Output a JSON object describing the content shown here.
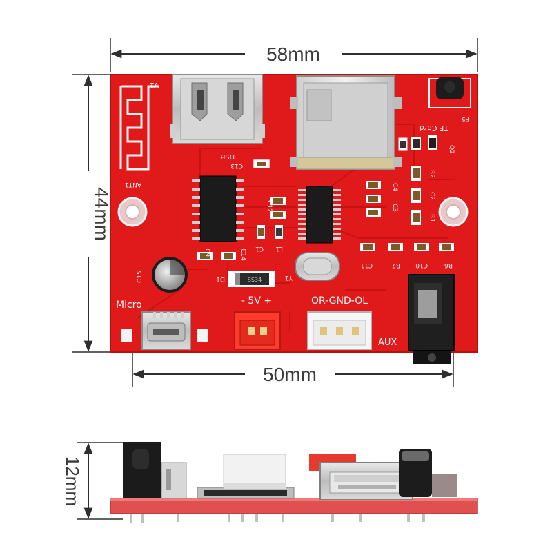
{
  "dimensions": {
    "top_width": "58mm",
    "side_height": "44mm",
    "bottom_width": "50mm",
    "profile_height": "12mm"
  },
  "silkscreen": {
    "antenna_version": "V2",
    "antenna_label": "ANT1",
    "usb": "USB",
    "tf_card": "TF Card",
    "p5": "P5",
    "micro": "Micro",
    "power": "- 5V +",
    "audio_out": "OR-GND-OL",
    "aux": "AUX",
    "d1": "D1",
    "y1": "Y1",
    "ss34": "SS34",
    "c13": "C13",
    "c15": "C15",
    "c14": "C14",
    "c9": "C9",
    "c12": "C12",
    "c1": "C1",
    "l1": "L1",
    "c11": "C11",
    "r7": "R7",
    "c10": "C10",
    "r6": "R6",
    "q2": "Q2",
    "r1": "R1",
    "r2": "R2",
    "c4": "C4",
    "c3": "C3",
    "c2": "C2"
  },
  "colors": {
    "pcb_red": "#e01a1a",
    "pcb_dark": "#b80f0f",
    "silkscreen": "#f4f4f4",
    "dimension_line": "#2f2f2f"
  }
}
